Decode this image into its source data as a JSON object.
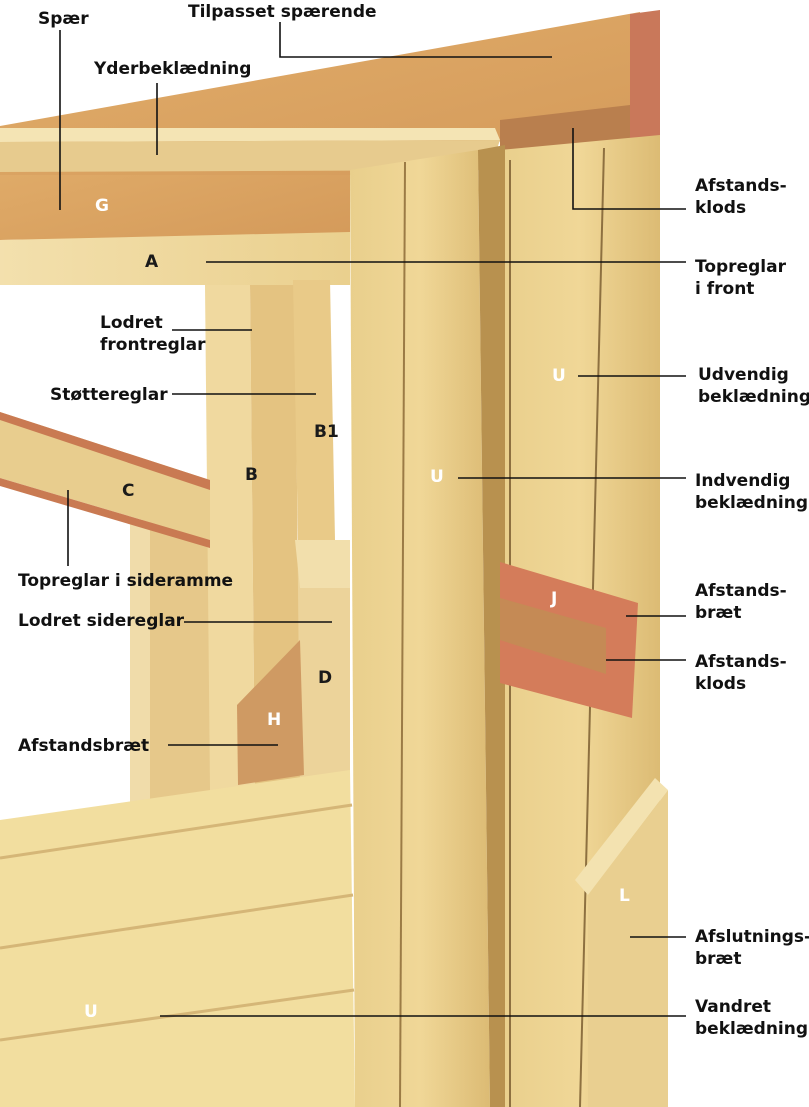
{
  "colors": {
    "wood_light": "#f1d99e",
    "wood_mid": "#e6c580",
    "wood_dark": "#c9a25c",
    "rafter": "#d9a062",
    "rafter_end": "#c97a4e",
    "spacer": "#c58457",
    "spacer_red": "#d07a58",
    "line": "#111111"
  },
  "labels": {
    "spaer": "Spær",
    "tilpasset_spaerende": "Tilpasset spærende",
    "yderbeklaedning": "Yderbeklædning",
    "afstandsklods_top": "Afstands-\nklods",
    "topreglar_front": "Topreglar\ni front",
    "lodret_frontreglar": "Lodret\nfrontreglar",
    "udvendig_beklaedning": "Udvendig\nbeklædning",
    "stottereglar": "Støttereglar",
    "indvendig_beklaedning": "Indvendig\nbeklædning",
    "topreglar_sideramme": "Topreglar i sideramme",
    "afstandsbraet_right": "Afstands-\nbræt",
    "lodret_sidereglar": "Lodret sidereglar",
    "afstandsklods_mid": "Afstands-\nklods",
    "afstandsbraet_left": "Afstandsbræt",
    "afslutningsbraet": "Afslutnings-\nbræt",
    "vandret_beklaedning": "Vandret\nbeklædning"
  },
  "part_letters": {
    "g": "G",
    "a": "A",
    "b1": "B1",
    "b": "B",
    "c": "C",
    "d": "D",
    "h": "H",
    "j": "J",
    "l": "L",
    "u_top": "U",
    "u_mid": "U",
    "u_bottom": "U"
  }
}
